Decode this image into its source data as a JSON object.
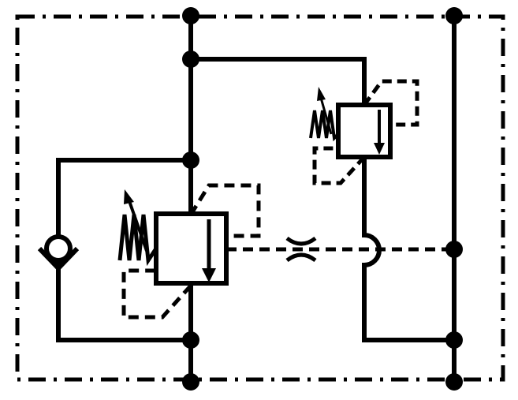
{
  "diagram": {
    "kind": "hydraulic-schematic",
    "colors": {
      "line": "#000000",
      "fill": "#ffffff"
    },
    "components": [
      "boundary-enclosure",
      "pressure-line",
      "tank-line",
      "check-valve",
      "main-pressure-relief-valve",
      "pilot-pressure-relief-valve",
      "orifice",
      "line-crossover"
    ]
  }
}
